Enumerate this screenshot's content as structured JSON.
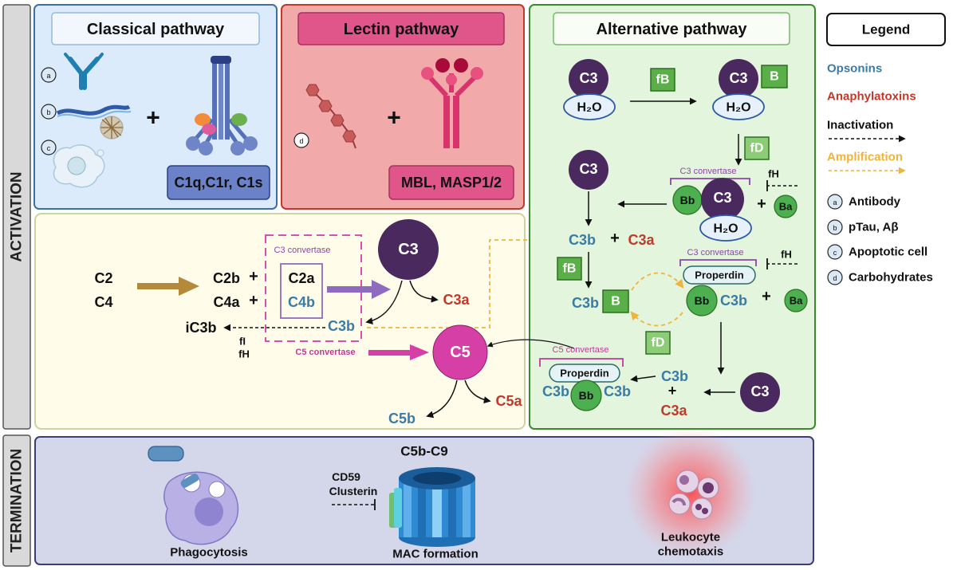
{
  "side": {
    "activation": "ACTIVATION",
    "termination": "TERMINATION"
  },
  "classical": {
    "title": "Classical pathway",
    "components": "C1q,C1r, C1s",
    "badge_a": "a",
    "badge_b": "b",
    "badge_c": "c",
    "plus": "+"
  },
  "lectin": {
    "title": "Lectin pathway",
    "components": "MBL, MASP1/2",
    "badge_d": "d",
    "plus": "+"
  },
  "alternative": {
    "title": "Alternative pathway",
    "c3": "C3",
    "h2o": "H₂O",
    "fb": "fB",
    "b": "B",
    "fd": "fD",
    "bb": "Bb",
    "c3_convertase": "C3 convertase",
    "fh": "fH",
    "ba": "Ba",
    "plus": "+",
    "c3b": "C3b",
    "c3a": "C3a",
    "properdin": "Properdin",
    "c5_convertase": "C5 convertase"
  },
  "central": {
    "c2": "C2",
    "c4": "C4",
    "c2b": "C2b",
    "c4a": "C4a",
    "c2a": "C2a",
    "c4b": "C4b",
    "c3": "C3",
    "c3a": "C3a",
    "c3b": "C3b",
    "ic3b": "iC3b",
    "fi": "fI",
    "fh": "fH",
    "c3_convertase": "C3 convertase",
    "c5_convertase": "C5 convertase",
    "c5": "C5",
    "c5a": "C5a",
    "c5b": "C5b",
    "plus": "+"
  },
  "termination": {
    "c5b_c9": "C5b-C9",
    "cd59": "CD59",
    "clusterin": "Clusterin",
    "phagocytosis": "Phagocytosis",
    "mac": "MAC formation",
    "leukocyte": "Leukocyte",
    "chemotaxis": "chemotaxis"
  },
  "legend": {
    "title": "Legend",
    "opsonins": "Opsonins",
    "anaphylatoxins": "Anaphylatoxins",
    "inactivation": "Inactivation",
    "amplification": "Amplification",
    "items": [
      {
        "badge": "a",
        "label": "Antibody"
      },
      {
        "badge": "b",
        "label": "pTau, Aβ"
      },
      {
        "badge": "c",
        "label": "Apoptotic cell"
      },
      {
        "badge": "d",
        "label": "Carbohydrates"
      }
    ]
  },
  "colors": {
    "opsonin": "#3a7ca5",
    "anaphylatoxin": "#c0392b",
    "amplification": "#f0b43c",
    "c3_node": "#4a2a5e",
    "c5_node": "#d63fa5",
    "convertase_green": "#4caf50",
    "classical_bg": "#dcebfb",
    "lectin_bg": "#f2a9a9",
    "alternative_bg": "#e3f5dc"
  }
}
